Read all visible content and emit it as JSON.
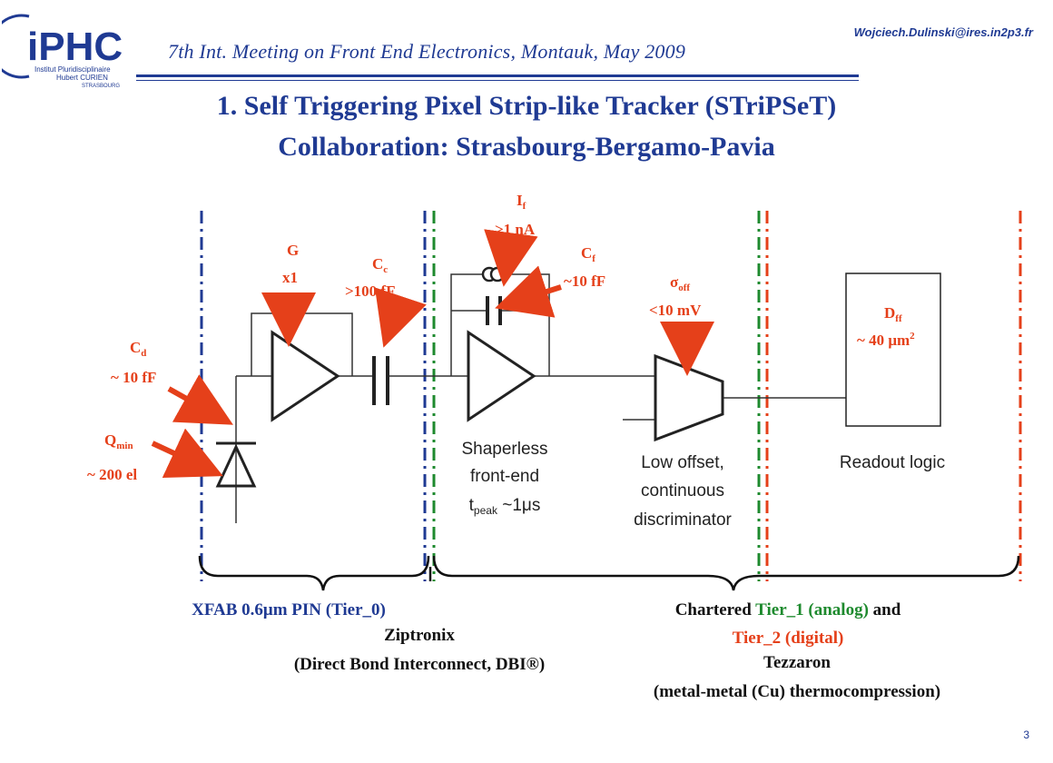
{
  "header": {
    "logo_text": "iPHC",
    "logo_subtitle_1": "Institut Pluridisciplinaire",
    "logo_subtitle_2": "Hubert CURIEN",
    "logo_subtitle_3": "STRASBOURG",
    "email": "Wojciech.Dulinski@ires.in2p3.fr",
    "conference": "7th Int. Meeting on Front End Electronics, Montauk, May 2009"
  },
  "title": {
    "line1": "1. Self Triggering Pixel Strip-like Tracker (STriPSeT)",
    "line2": "Collaboration: Strasbourg-Bergamo-Pavia"
  },
  "params": {
    "cd_sym": "C",
    "cd_sub": "d",
    "cd_val": "~ 10 fF",
    "qmin_sym": "Q",
    "qmin_sub": "min",
    "qmin_val": "~ 200 el",
    "g_sym": "G",
    "g_val": "x1",
    "cc_sym": "C",
    "cc_sub": "c",
    "cc_val": ">100 fF",
    "if_sym": "I",
    "if_sub": "f",
    "if_val": ">1 nA",
    "cf_sym": "C",
    "cf_sub": "f",
    "cf_val": "~10 fF",
    "off_sym": "σ",
    "off_sub": "off",
    "off_val": "<10 mV",
    "dff_sym": "D",
    "dff_sub": "ff",
    "dff_val": "~ 40 μm",
    "dff_sup": "2"
  },
  "blocks": {
    "shaper_1": "Shaperless",
    "shaper_2": "front-end",
    "shaper_3_pre": "t",
    "shaper_3_sub": "peak",
    "shaper_3_post": " ~1μs",
    "disc_1": "Low offset,",
    "disc_2": "continuous",
    "disc_3": "discriminator",
    "readout": "Readout logic"
  },
  "technology": {
    "xfab": "XFAB 0.6μm PIN (Tier_0)",
    "ziptronix_1": "Ziptronix",
    "ziptronix_2": "(Direct Bond Interconnect, DBI®)",
    "chartered_pre": "Chartered ",
    "chartered_tier1": "Tier_1 (analog)",
    "chartered_and": " and",
    "chartered_tier2": "Tier_2 (digital)",
    "tezzaron_1": "Tezzaron",
    "tezzaron_2": "(metal-metal (Cu) thermocompression)"
  },
  "colors": {
    "blue": "#1f3a93",
    "red": "#e5401a",
    "green": "#1e8a2e",
    "text_dark": "#222222"
  },
  "page_number": "3"
}
